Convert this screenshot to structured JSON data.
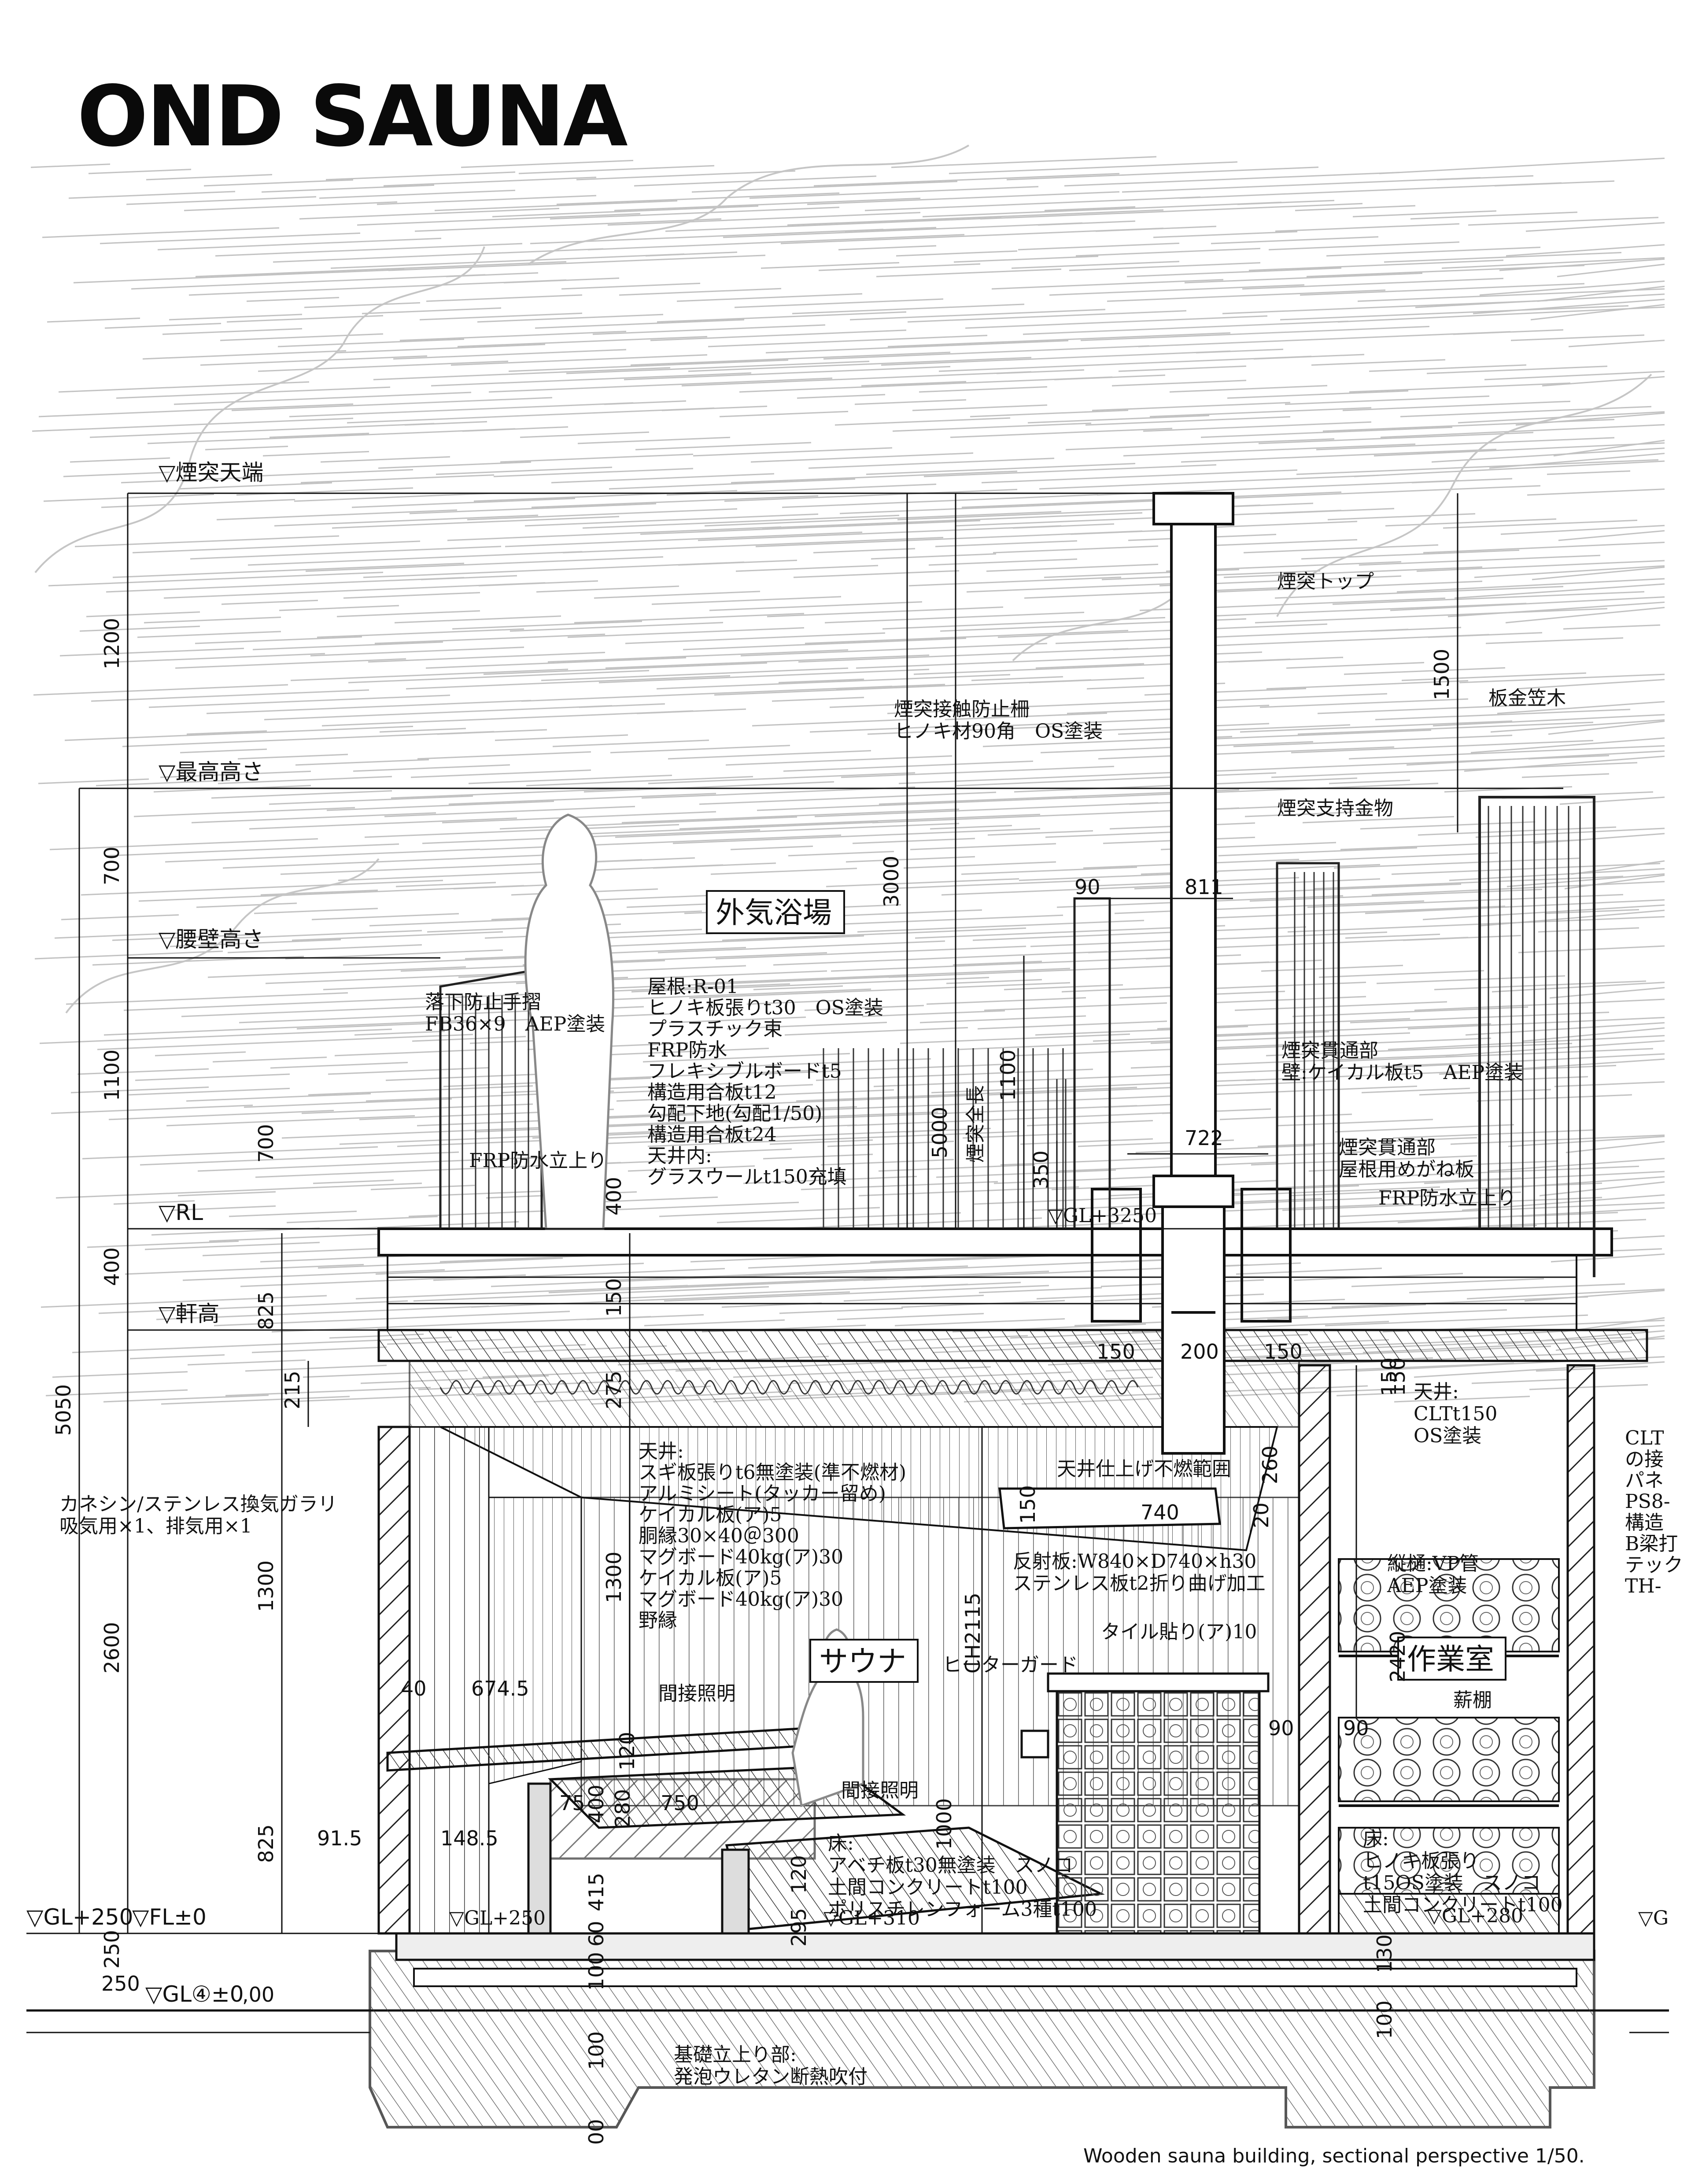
{
  "brand": {
    "logo": "OND SAUNA"
  },
  "caption": "Wooden sauna building, sectional perspective 1/50.",
  "levels": [
    {
      "id": "chimney-top-level",
      "label": "▽煙突天端"
    },
    {
      "id": "max-height-level",
      "label": "▽最高高さ"
    },
    {
      "id": "waist-wall-level",
      "label": "▽腰壁高さ"
    },
    {
      "id": "rl-level",
      "label": "▽RL"
    },
    {
      "id": "eaves-level",
      "label": "▽軒高"
    },
    {
      "id": "gl250-left-level",
      "label": "▽GL+250"
    },
    {
      "id": "fl-level",
      "label": "▽FL±0"
    },
    {
      "id": "gl-zero-level",
      "label": "▽GL④±0"
    }
  ],
  "rooms": [
    {
      "id": "outdoor-bath",
      "label": "外気浴場"
    },
    {
      "id": "sauna",
      "label": "サウナ"
    },
    {
      "id": "workroom",
      "label": "作業室"
    }
  ],
  "notes": [
    {
      "id": "chimney-top",
      "lines": [
        "煙突トップ"
      ]
    },
    {
      "id": "flashing",
      "lines": [
        "板金笠木"
      ]
    },
    {
      "id": "chimney-guard",
      "lines": [
        "煙突接触防止柵",
        "ヒノキ材90角　OS塗装"
      ]
    },
    {
      "id": "chimney-bracket",
      "lines": [
        "煙突支持金物"
      ]
    },
    {
      "id": "handrail",
      "lines": [
        "落下防止手摺",
        "FB36×9　AEP塗装"
      ]
    },
    {
      "id": "roof-spec",
      "lines": [
        "屋根:R-01",
        "ヒノキ板張りt30　OS塗装",
        "プラスチック束",
        "FRP防水",
        "フレキシブルボードt5",
        "構造用合板t12",
        "勾配下地(勾配1/50)",
        "構造用合板t24",
        "天井内:",
        "グラスウールt150充填"
      ]
    },
    {
      "id": "chimney-pass-wall",
      "lines": [
        "煙突貫通部",
        "壁:ケイカル板t5　AEP塗装"
      ]
    },
    {
      "id": "chimney-pass-roof",
      "lines": [
        "煙突貫通部",
        "屋根用めがね板"
      ]
    },
    {
      "id": "frp-up-left",
      "lines": [
        "FRP防水立上り"
      ]
    },
    {
      "id": "frp-up-right",
      "lines": [
        "FRP防水立上り"
      ]
    },
    {
      "id": "gl3250",
      "lines": [
        "▽GL+3250"
      ]
    },
    {
      "id": "chimney-total",
      "lines": [
        "煙突全長"
      ]
    },
    {
      "id": "louver",
      "lines": [
        "カネシン/ステンレス換気ガラリ",
        "吸気用×1、排気用×1"
      ]
    },
    {
      "id": "ceiling-spec",
      "lines": [
        "天井:",
        "スギ板張りt6無塗装(準不燃材)",
        "アルミシート(タッカー留め)",
        "ケイカル板(ア)5",
        "胴縁30×40＠300",
        "マグボード40kg(ア)30",
        "ケイカル板(ア)5",
        "マグボード40kg(ア)30",
        "野縁"
      ]
    },
    {
      "id": "noncombust",
      "lines": [
        "天井仕上げ不燃範囲"
      ]
    },
    {
      "id": "reflector",
      "lines": [
        "反射板:W840×D740×h30",
        "ステンレス板t2折り曲げ加工"
      ]
    },
    {
      "id": "tile",
      "lines": [
        "タイル貼り(ア)10"
      ]
    },
    {
      "id": "heater-guard",
      "lines": [
        "ヒーターガード"
      ]
    },
    {
      "id": "indirect-light-1",
      "lines": [
        "間接照明"
      ]
    },
    {
      "id": "indirect-light-2",
      "lines": [
        "間接照明"
      ]
    },
    {
      "id": "sauna-floor",
      "lines": [
        "床:",
        "アベチ板t30無塗装　スノコ",
        "土間コンクリートt100",
        "ポリスチレンフォーム3種t100"
      ]
    },
    {
      "id": "gl310",
      "lines": [
        "▽GL+310"
      ]
    },
    {
      "id": "gl250-mid",
      "lines": [
        "▽GL+250"
      ]
    },
    {
      "id": "work-ceiling",
      "lines": [
        "天井:",
        "CLTt150",
        "OS塗装"
      ]
    },
    {
      "id": "pipe",
      "lines": [
        "縦樋:VP管",
        "AEP塗装"
      ]
    },
    {
      "id": "firewood",
      "lines": [
        "薪棚"
      ]
    },
    {
      "id": "work-floor",
      "lines": [
        "床:",
        "ヒノキ板張り",
        "t15OS塗装　スノコ",
        "土間コンクリートt100"
      ]
    },
    {
      "id": "gl280",
      "lines": [
        "▽GL+280"
      ]
    },
    {
      "id": "foundation",
      "lines": [
        "基礎立上り部:",
        "発泡ウレタン断熱吹付"
      ]
    },
    {
      "id": "clt-edge",
      "lines": [
        "CLT",
        "の接",
        "パネ",
        "PS8-",
        "構造",
        "B梁打",
        "テック",
        "TH-"
      ]
    },
    {
      "id": "gl-right",
      "lines": [
        "▽G"
      ]
    }
  ],
  "dims": [
    {
      "id": "d1200",
      "text": "1200"
    },
    {
      "id": "d700a",
      "text": "700"
    },
    {
      "id": "d1100a",
      "text": "1100"
    },
    {
      "id": "d400a",
      "text": "400"
    },
    {
      "id": "d825a",
      "text": "825"
    },
    {
      "id": "d5050",
      "text": "5050"
    },
    {
      "id": "d2600",
      "text": "2600"
    },
    {
      "id": "d250",
      "text": "250"
    },
    {
      "id": "d700b",
      "text": "700"
    },
    {
      "id": "d215",
      "text": "215"
    },
    {
      "id": "d1300a",
      "text": "1300"
    },
    {
      "id": "d825b",
      "text": "825"
    },
    {
      "id": "d400b",
      "text": "400"
    },
    {
      "id": "d150a",
      "text": "150"
    },
    {
      "id": "d275",
      "text": "275"
    },
    {
      "id": "d1300b",
      "text": "1300"
    },
    {
      "id": "d3000",
      "text": "3000"
    },
    {
      "id": "d5000",
      "text": "5000"
    },
    {
      "id": "d1100b",
      "text": "1100"
    },
    {
      "id": "d350",
      "text": "350"
    },
    {
      "id": "d90a",
      "text": "90"
    },
    {
      "id": "d811",
      "text": "811"
    },
    {
      "id": "d722",
      "text": "722"
    },
    {
      "id": "d1500",
      "text": "1500"
    },
    {
      "id": "d150b",
      "text": "150"
    },
    {
      "id": "d200",
      "text": "200"
    },
    {
      "id": "d150c",
      "text": "150"
    },
    {
      "id": "d150d",
      "text": "150"
    },
    {
      "id": "d740",
      "text": "740"
    },
    {
      "id": "d150e",
      "text": "150"
    },
    {
      "id": "d260",
      "text": "260"
    },
    {
      "id": "d20",
      "text": "20"
    },
    {
      "id": "dch",
      "text": "CH2115"
    },
    {
      "id": "d40",
      "text": "40"
    },
    {
      "id": "d6745",
      "text": "674.5"
    },
    {
      "id": "d915",
      "text": "91.5"
    },
    {
      "id": "d1485",
      "text": "148.5"
    },
    {
      "id": "d75",
      "text": "75"
    },
    {
      "id": "d750",
      "text": "750"
    },
    {
      "id": "d400c",
      "text": "400"
    },
    {
      "id": "d280",
      "text": "280"
    },
    {
      "id": "d120a",
      "text": "120"
    },
    {
      "id": "d415",
      "text": "415"
    },
    {
      "id": "d60",
      "text": "60"
    },
    {
      "id": "d100a",
      "text": "100"
    },
    {
      "id": "d120b",
      "text": "120"
    },
    {
      "id": "d295",
      "text": "295"
    },
    {
      "id": "d1000",
      "text": "1000"
    },
    {
      "id": "d90b",
      "text": "90"
    },
    {
      "id": "d90c",
      "text": "90"
    },
    {
      "id": "d2420",
      "text": "2420"
    },
    {
      "id": "d150f",
      "text": "150"
    },
    {
      "id": "d130",
      "text": "130"
    },
    {
      "id": "d100b",
      "text": "100"
    },
    {
      "id": "d100c",
      "text": "100"
    },
    {
      "id": "d00",
      "text": "00"
    },
    {
      "id": "d250b",
      "text": "250"
    },
    {
      "id": "d00b",
      "text": ",00"
    }
  ]
}
